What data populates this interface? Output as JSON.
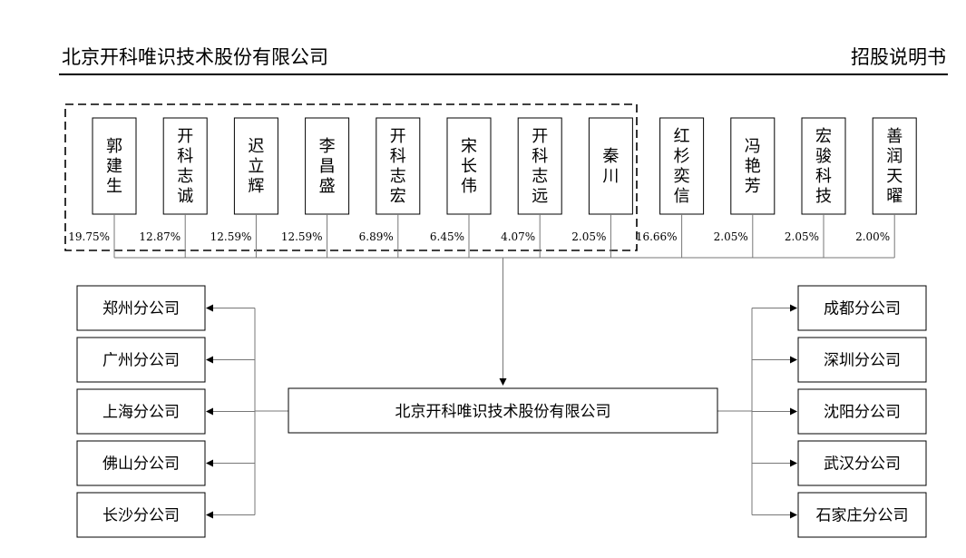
{
  "header": {
    "company": "北京开科唯识技术股份有限公司",
    "doc_type": "招股说明书"
  },
  "shareholders": [
    {
      "name": "郭建生",
      "pct": "19.75%"
    },
    {
      "name": "开科志诚",
      "pct": "12.87%"
    },
    {
      "name": "迟立辉",
      "pct": "12.59%"
    },
    {
      "name": "李昌盛",
      "pct": "12.59%"
    },
    {
      "name": "开科志宏",
      "pct": "6.89%"
    },
    {
      "name": "宋长伟",
      "pct": "6.45%"
    },
    {
      "name": "开科志远",
      "pct": "4.07%"
    },
    {
      "name": "秦川",
      "pct": "2.05%"
    },
    {
      "name": "红杉奕信",
      "pct": "16.66%"
    },
    {
      "name": "冯艳芳",
      "pct": "2.05%"
    },
    {
      "name": "宏骏科技",
      "pct": "2.05%"
    },
    {
      "name": "善润天曜",
      "pct": "2.00%"
    }
  ],
  "company": {
    "name": "北京开科唯识技术股份有限公司"
  },
  "branches_left": [
    "郑州分公司",
    "广州分公司",
    "上海分公司",
    "佛山分公司",
    "长沙分公司"
  ],
  "branches_right": [
    "成都分公司",
    "深圳分公司",
    "沈阳分公司",
    "武汉分公司",
    "石家庄分公司"
  ]
}
